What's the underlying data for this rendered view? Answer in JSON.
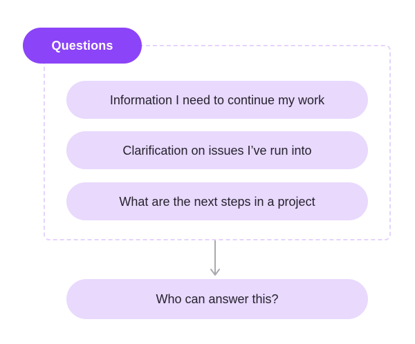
{
  "diagram": {
    "badge": {
      "label": "Questions",
      "color": "#8b44f7",
      "text_color": "#ffffff"
    },
    "group": {
      "border_color": "#e4d3fb",
      "border_style": "dashed"
    },
    "pill_color": "#e8d9fd",
    "pill_text_color": "#26222e",
    "items": [
      {
        "label": "Information I need to continue my work"
      },
      {
        "label": "Clarification on issues I’ve run into"
      },
      {
        "label": "What are the next steps in a project"
      }
    ],
    "connector": {
      "icon": "arrow-down-icon",
      "color": "#a8a8ae"
    },
    "outcome": {
      "label": "Who can answer this?"
    }
  }
}
